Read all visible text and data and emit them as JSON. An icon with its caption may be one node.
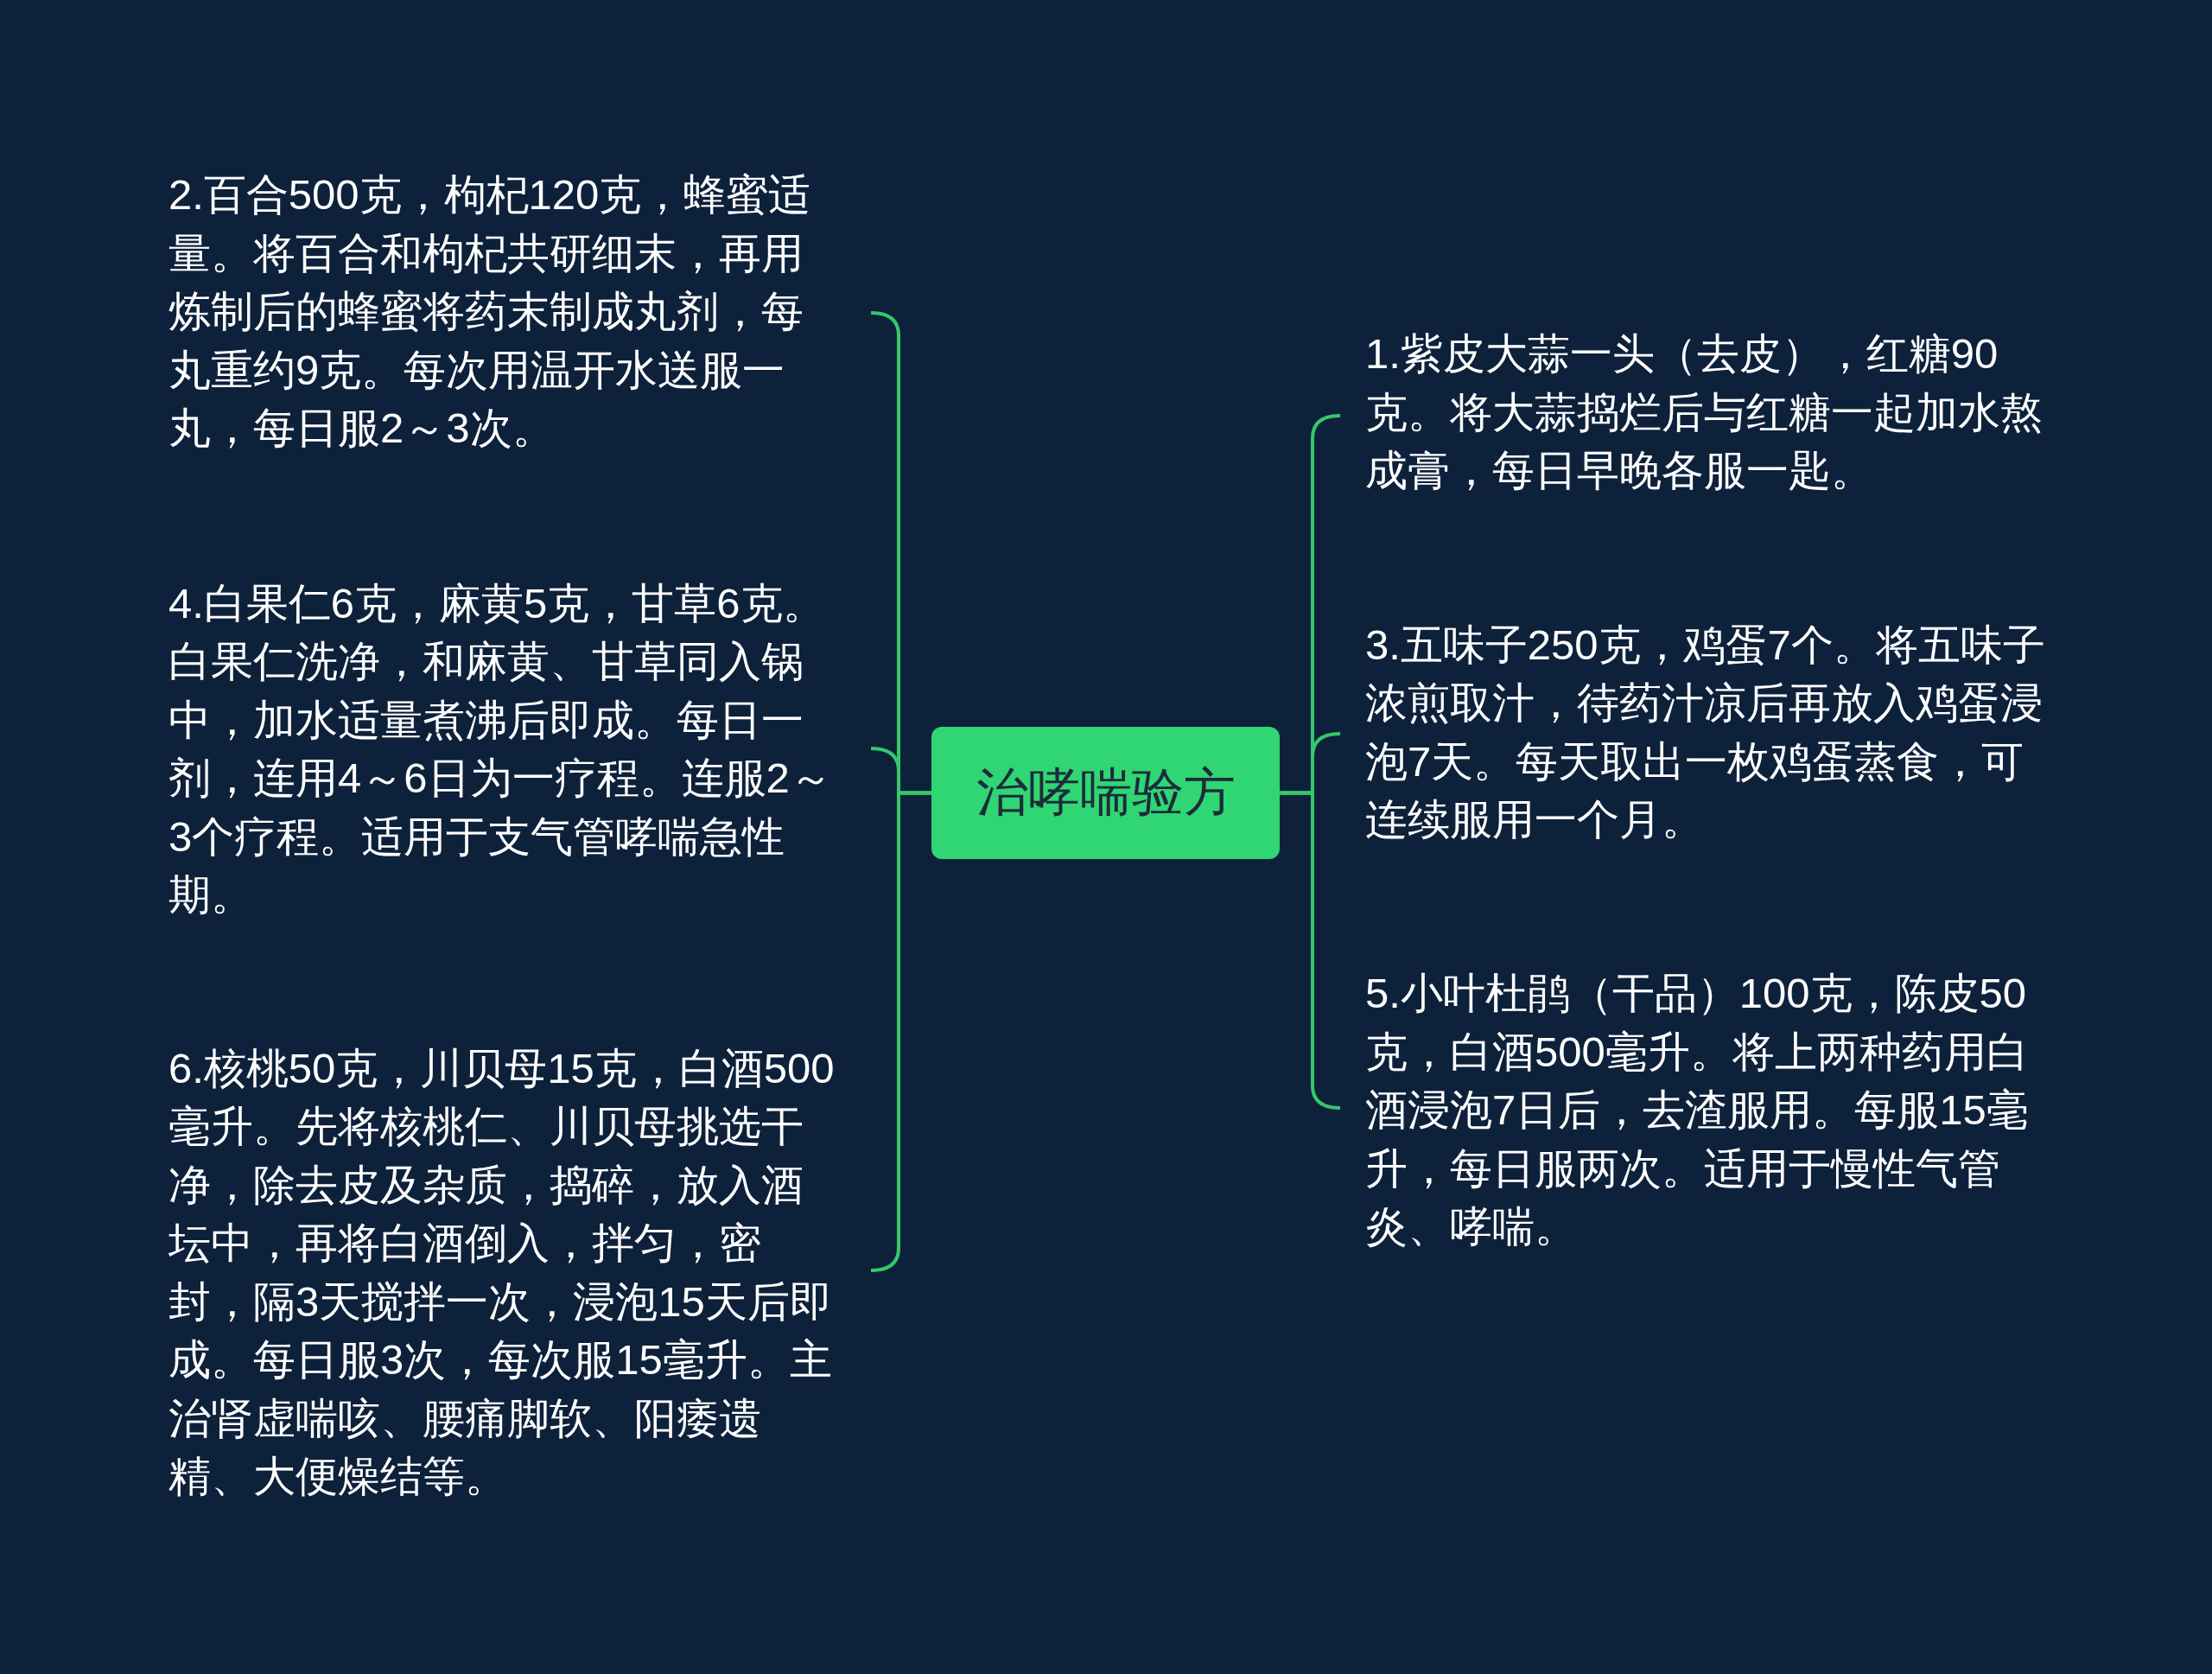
{
  "diagram": {
    "nodes": [
      {
        "text": [
          "治哮喘验方"
        ]
      },
      {
        "text": [
          "2.百合500克，枸杞120克，蜂蜜适量。将百合和枸杞共研细末，再用炼制后的蜂蜜将药末制成丸剂，每丸重约9克。每次用温开水送服一丸，每日服2～3次。"
        ]
      },
      {
        "text": [
          "4.白果仁6克，麻黄5克，甘草6克。白果仁洗净，和麻黄、甘草同入锅中，加水适量煮沸后即成。每日一剂，连用4～6日为一疗程。连服2～3个疗程。适用于支气管哮喘急性期。"
        ]
      },
      {
        "text": [
          "6.核桃50克，川贝母15克，白酒500毫升。先将核桃仁、川贝母挑选干净，除去皮及杂质，捣碎，放入酒坛中，再将白酒倒入，拌匀，密封，隔3天搅拌一次，浸泡15天后即成。每日服3次，每次服15毫升。主治肾虚喘咳、腰痛脚软、阳痿遗精、大便燥结等。"
        ]
      },
      {
        "text": [
          "1.紫皮大蒜一头（去皮），红糖90克。将大蒜捣烂后与红糖一起加水熬成膏，每日早晚各服一匙。"
        ]
      },
      {
        "text": [
          "3.五味子250克，鸡蛋7个。将五味子浓煎取汁，待药汁凉后再放入鸡蛋浸泡7天。每天取出一枚鸡蛋蒸食，可连续服用一个月。"
        ]
      },
      {
        "text": [
          "5.小叶杜鹃（干品）100克，陈皮50克，白酒500毫升。将上两种药用白酒浸泡7日后，去渣服用。每服15毫升，每日服两次。适用于慢性气管炎、哮喘。"
        ]
      }
    ],
    "edges": [
      {
        "from": 0,
        "to": 1,
        "arrow": "none"
      },
      {
        "from": 0,
        "to": 2,
        "arrow": "none"
      },
      {
        "from": 0,
        "to": 3,
        "arrow": "none"
      },
      {
        "from": 0,
        "to": 4,
        "arrow": "none"
      },
      {
        "from": 0,
        "to": 5,
        "arrow": "none"
      },
      {
        "from": 0,
        "to": 6,
        "arrow": "none"
      }
    ]
  }
}
